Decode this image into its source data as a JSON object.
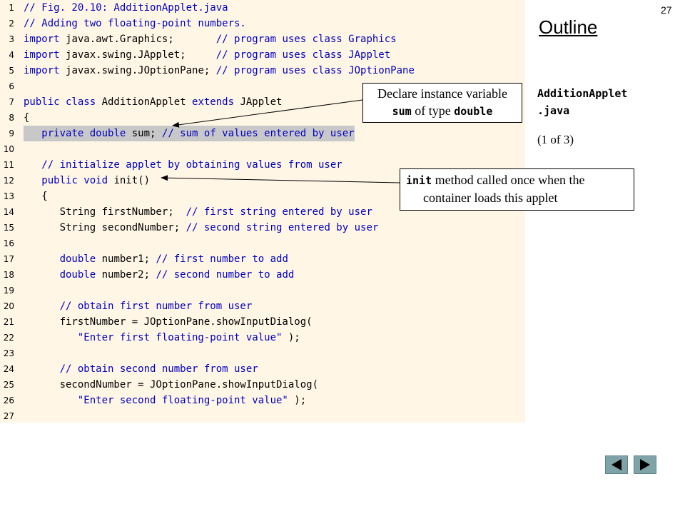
{
  "slide_number": "27",
  "outline": {
    "title": "Outline",
    "file_name_line1": "AdditionApplet",
    "file_name_line2": ".java",
    "part": "(1 of 3)"
  },
  "code_lines": [
    {
      "num": "1",
      "parts": [
        {
          "t": "// Fig. 20.10: AdditionApplet.java",
          "c": "c"
        }
      ]
    },
    {
      "num": "2",
      "parts": [
        {
          "t": "// Adding two floating-point numbers.",
          "c": "c"
        }
      ]
    },
    {
      "num": "3",
      "parts": [
        {
          "t": "import ",
          "c": "k"
        },
        {
          "t": "java.awt.Graphics;       ",
          "c": ""
        },
        {
          "t": "// program uses class Graphics",
          "c": "c"
        }
      ]
    },
    {
      "num": "4",
      "parts": [
        {
          "t": "import ",
          "c": "k"
        },
        {
          "t": "javax.swing.JApplet;     ",
          "c": ""
        },
        {
          "t": "// program uses class JApplet",
          "c": "c"
        }
      ]
    },
    {
      "num": "5",
      "parts": [
        {
          "t": "import ",
          "c": "k"
        },
        {
          "t": "javax.swing.JOptionPane; ",
          "c": ""
        },
        {
          "t": "// program uses class JOptionPane",
          "c": "c"
        }
      ]
    },
    {
      "num": "6",
      "parts": []
    },
    {
      "num": "7",
      "parts": [
        {
          "t": "public class ",
          "c": "k"
        },
        {
          "t": "AdditionApplet ",
          "c": ""
        },
        {
          "t": "extends ",
          "c": "k"
        },
        {
          "t": "JApplet",
          "c": ""
        }
      ]
    },
    {
      "num": "8",
      "parts": [
        {
          "t": "{",
          "c": ""
        }
      ]
    },
    {
      "num": "9",
      "highlight": true,
      "parts": [
        {
          "t": "   ",
          "c": ""
        },
        {
          "t": "private double ",
          "c": "k"
        },
        {
          "t": "sum; ",
          "c": ""
        },
        {
          "t": "// sum of values entered by user",
          "c": "c"
        }
      ]
    },
    {
      "num": "10",
      "parts": []
    },
    {
      "num": "11",
      "parts": [
        {
          "t": "   // initialize applet by obtaining values from user",
          "c": "c"
        }
      ]
    },
    {
      "num": "12",
      "parts": [
        {
          "t": "   ",
          "c": ""
        },
        {
          "t": "public void ",
          "c": "k"
        },
        {
          "t": "init()",
          "c": ""
        }
      ]
    },
    {
      "num": "13",
      "parts": [
        {
          "t": "   {",
          "c": ""
        }
      ]
    },
    {
      "num": "14",
      "parts": [
        {
          "t": "      String firstNumber;  ",
          "c": ""
        },
        {
          "t": "// first string entered by user",
          "c": "c"
        }
      ]
    },
    {
      "num": "15",
      "parts": [
        {
          "t": "      String secondNumber; ",
          "c": ""
        },
        {
          "t": "// second string entered by user",
          "c": "c"
        }
      ]
    },
    {
      "num": "16",
      "parts": []
    },
    {
      "num": "17",
      "parts": [
        {
          "t": "      ",
          "c": ""
        },
        {
          "t": "double ",
          "c": "k"
        },
        {
          "t": "number1; ",
          "c": ""
        },
        {
          "t": "// first number to add",
          "c": "c"
        }
      ]
    },
    {
      "num": "18",
      "parts": [
        {
          "t": "      ",
          "c": ""
        },
        {
          "t": "double ",
          "c": "k"
        },
        {
          "t": "number2; ",
          "c": ""
        },
        {
          "t": "// second number to add",
          "c": "c"
        }
      ]
    },
    {
      "num": "19",
      "parts": []
    },
    {
      "num": "20",
      "parts": [
        {
          "t": "      // obtain first number from user",
          "c": "c"
        }
      ]
    },
    {
      "num": "21",
      "parts": [
        {
          "t": "      firstNumber = JOptionPane.showInputDialog(",
          "c": ""
        }
      ]
    },
    {
      "num": "22",
      "parts": [
        {
          "t": "         ",
          "c": ""
        },
        {
          "t": "\"Enter first floating-point value\"",
          "c": "s"
        },
        {
          "t": " );",
          "c": ""
        }
      ]
    },
    {
      "num": "23",
      "parts": []
    },
    {
      "num": "24",
      "parts": [
        {
          "t": "      // obtain second number from user",
          "c": "c"
        }
      ]
    },
    {
      "num": "25",
      "parts": [
        {
          "t": "      secondNumber = JOptionPane.showInputDialog(",
          "c": ""
        }
      ]
    },
    {
      "num": "26",
      "parts": [
        {
          "t": "         ",
          "c": ""
        },
        {
          "t": "\"Enter second floating-point value\"",
          "c": "s"
        },
        {
          "t": " );",
          "c": ""
        }
      ]
    },
    {
      "num": "27",
      "parts": []
    }
  ],
  "callouts": {
    "sum": {
      "line1": "Declare instance variable",
      "code_sum": "sum",
      "text_of_type": " of type ",
      "code_double": "double"
    },
    "init": {
      "code_init": "init",
      "text_rest": " method called once when the",
      "line2": "container loads this applet"
    }
  },
  "nav": {
    "prev_icon": "triangle-left-icon",
    "next_icon": "triangle-right-icon",
    "button_color": "#7fa3a8"
  }
}
